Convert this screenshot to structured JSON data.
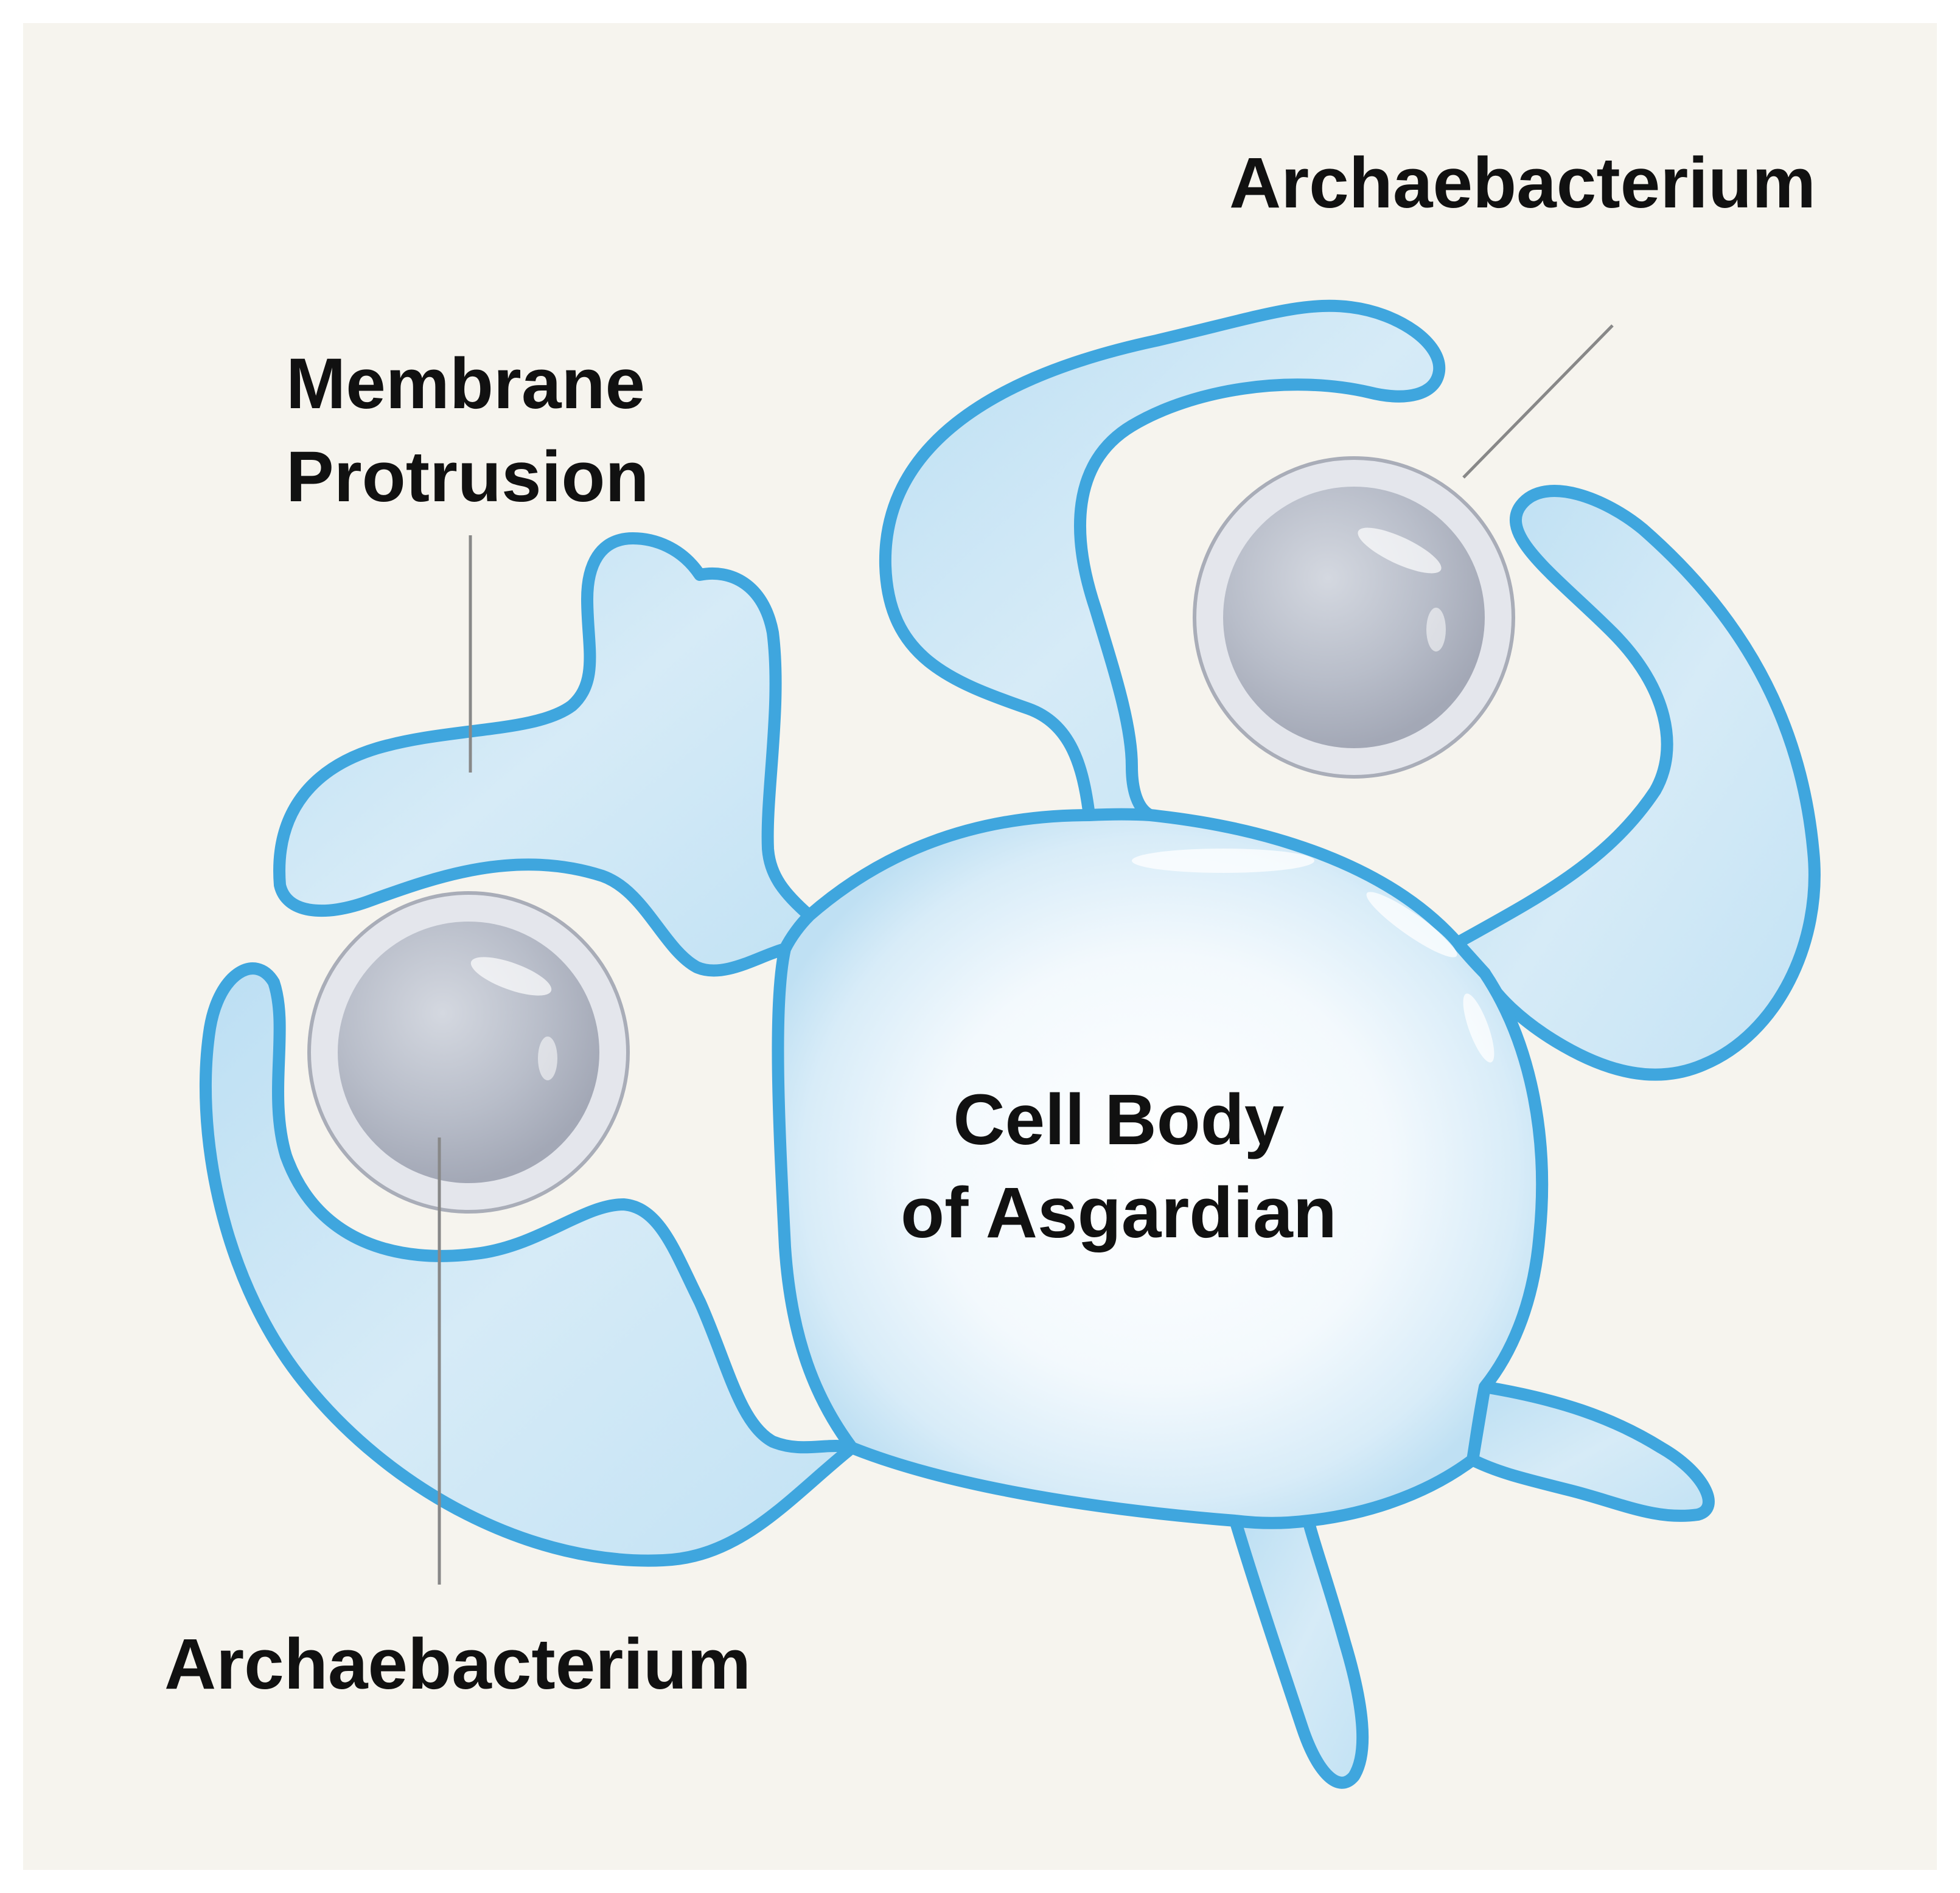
{
  "labels": {
    "archaebacterium_top": "Archaebacterium",
    "membrane_protrusion_line1": "Membrane",
    "membrane_protrusion_line2": "Protrusion",
    "cell_body_line1": "Cell Body",
    "cell_body_line2": "of Asgardian",
    "archaebacterium_bottom": "Archaebacterium"
  },
  "colors": {
    "background": "#f6f4ee",
    "membrane_outline": "#3fa6de",
    "membrane_fill": "#cfe7f5",
    "bacterium_fill": "#b9bfcb",
    "bacterium_ring": "#dadde4",
    "leader_line": "#888888",
    "text": "#111111"
  }
}
